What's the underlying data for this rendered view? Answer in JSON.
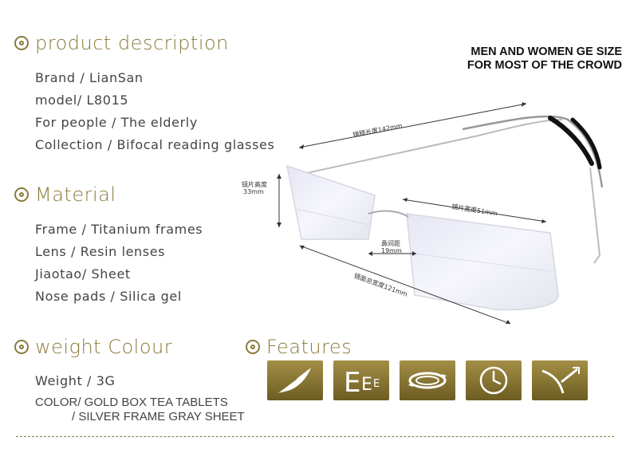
{
  "product": {
    "title": "product description",
    "lines": [
      "Brand / LianSan",
      "model/ L8015",
      "For people / The elderly",
      "Collection /  Bifocal reading glasses"
    ]
  },
  "material": {
    "title": "Material",
    "lines": [
      "Frame / Titanium frames",
      "Lens / Resin lenses",
      "Jiaotao/ Sheet",
      "Nose pads / Silica gel"
    ]
  },
  "weight_colour": {
    "title": "weight  Colour",
    "weight": "Weight / 3G",
    "color_line1": "COLOR/ GOLD BOX TEA TABLETS",
    "color_line2": "/ SILVER FRAME GRAY SHEET"
  },
  "features": {
    "title": "Features",
    "icons": [
      "feather-icon",
      "eee-icon",
      "rotate-icon",
      "clock-icon",
      "flex-hinge-icon"
    ]
  },
  "headline": {
    "line1": "MEN AND WOMEN GE SIZE",
    "line2": "FOR MOST OF THE CROWD"
  },
  "dimensions": {
    "temple": "镜腿长度142mm",
    "lens_height": "镜片高度",
    "lens_height_val": "33mm",
    "lens_width": "镜片宽度51mm",
    "bridge": "鼻间距",
    "bridge_val": "19mm",
    "total_width": "镜面总宽度121mm"
  },
  "colors": {
    "accent": "#8a7a3a",
    "icon_bg_top": "#a48f46",
    "icon_bg_bottom": "#6c5c22"
  }
}
